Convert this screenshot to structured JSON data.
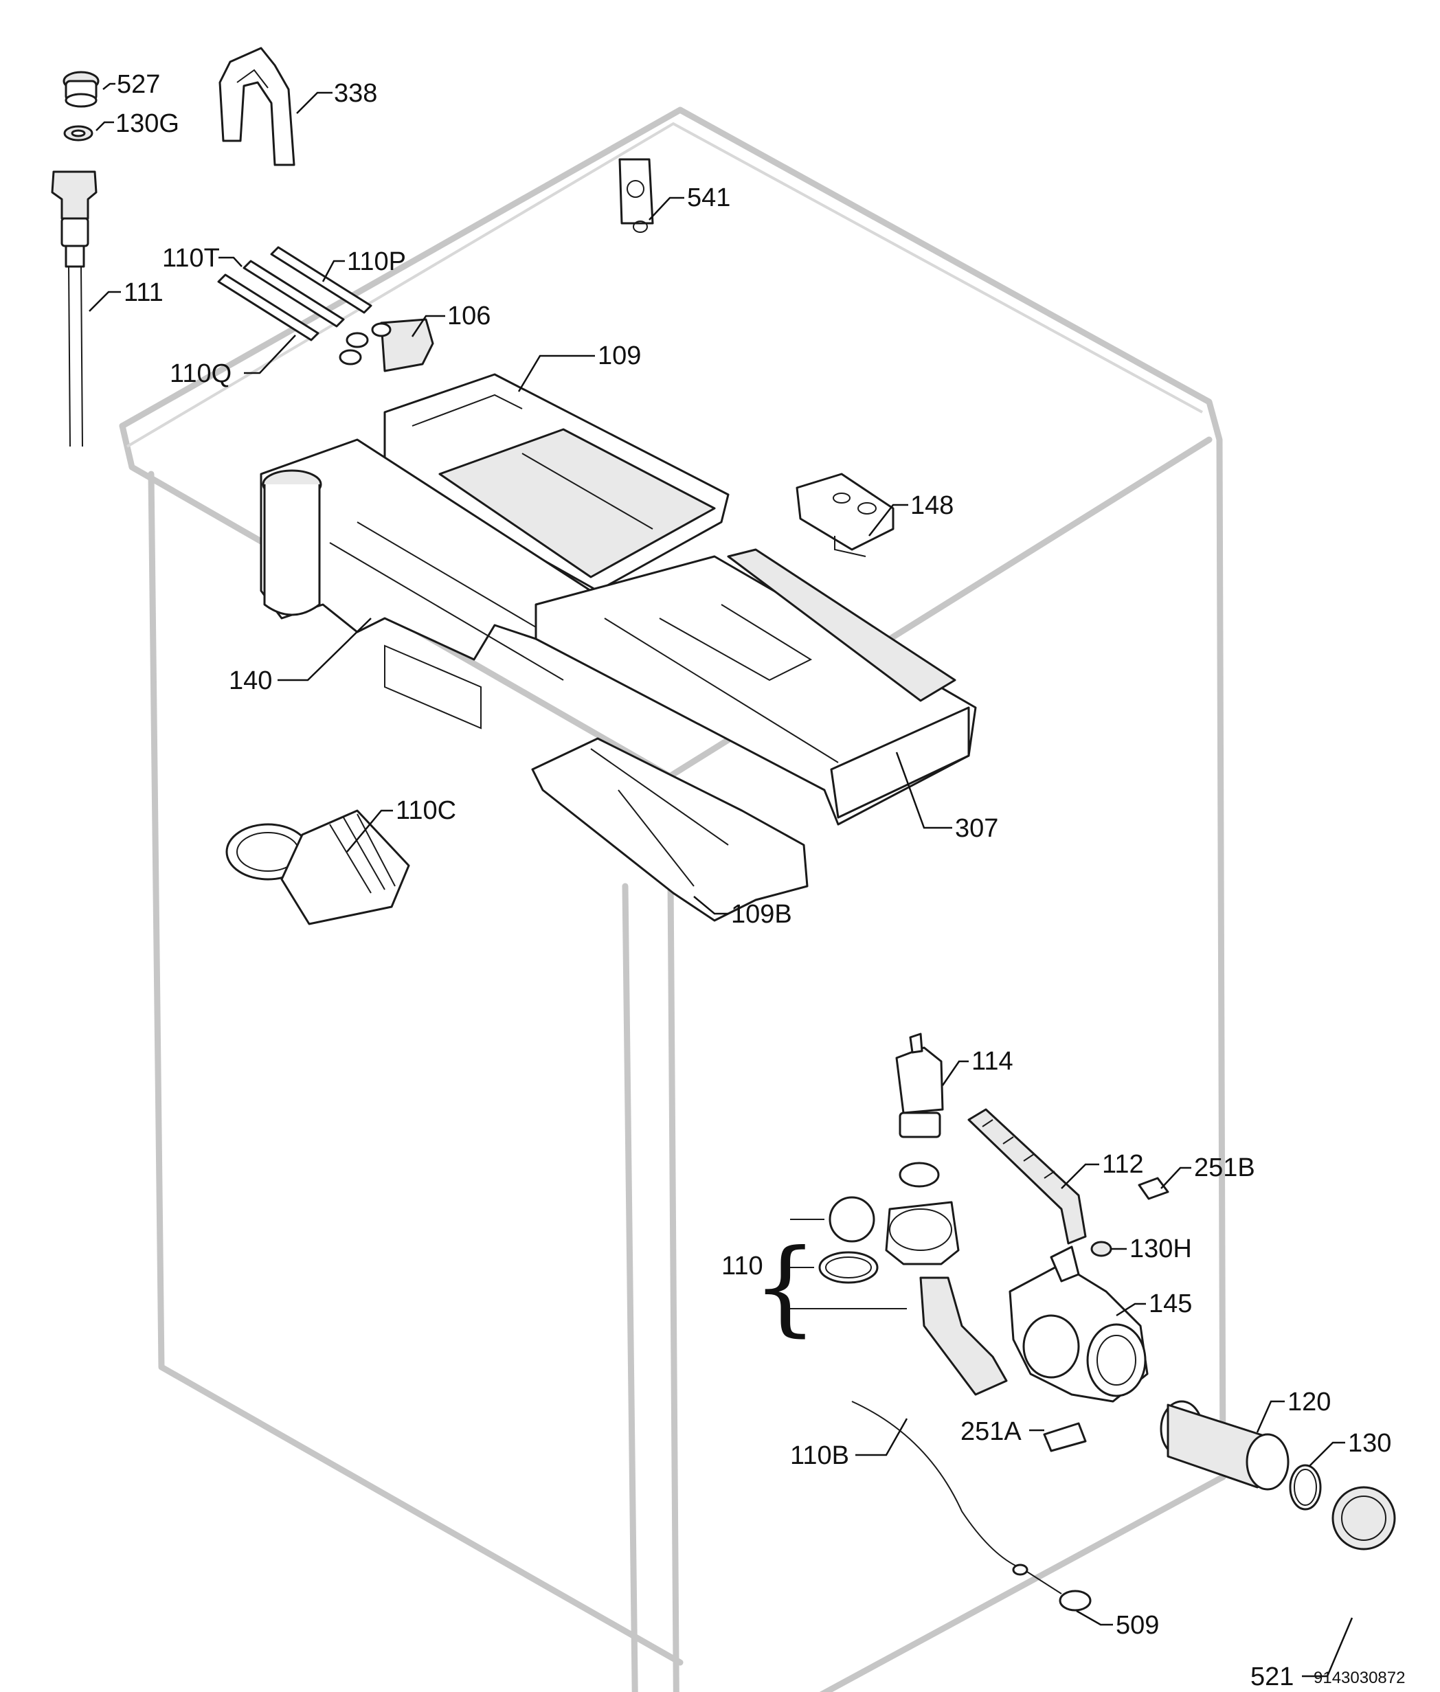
{
  "diagram_code": "9143030872",
  "callouts": {
    "c527": "527",
    "c130G": "130G",
    "c338": "338",
    "c541": "541",
    "c110T": "110T",
    "c110P": "110P",
    "c111": "111",
    "c106": "106",
    "c110Q": "110Q",
    "c109": "109",
    "c148": "148",
    "c140": "140",
    "c307": "307",
    "c110C": "110C",
    "c109B": "109B",
    "c114": "114",
    "c112": "112",
    "c251B": "251B",
    "c110": "110",
    "c130H": "130H",
    "c145": "145",
    "c120": "120",
    "c251A": "251A",
    "c110B": "110B",
    "c130": "130",
    "c509": "509",
    "c521": "521"
  },
  "colors": {
    "cabinet_outline": "#c6c6c6",
    "line_art": "#1a1a1a",
    "background": "#ffffff"
  }
}
